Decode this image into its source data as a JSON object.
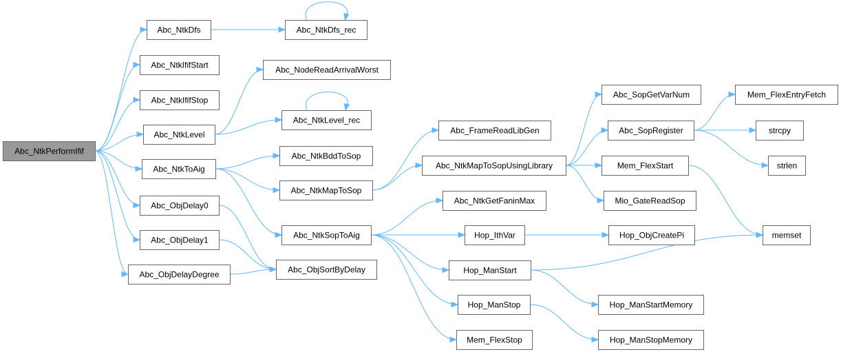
{
  "root": "n0",
  "nodes": [
    {
      "id": "n0",
      "label": "Abc_NtkPerformIfif"
    },
    {
      "id": "n1",
      "label": "Abc_NtkDfs"
    },
    {
      "id": "n2",
      "label": "Abc_NtkDfs_rec"
    },
    {
      "id": "n3",
      "label": "Abc_NtkIfifStart"
    },
    {
      "id": "n4",
      "label": "Abc_NtkIfifStop"
    },
    {
      "id": "n5",
      "label": "Abc_NtkLevel"
    },
    {
      "id": "n6",
      "label": "Abc_NodeReadArrivalWorst"
    },
    {
      "id": "n7",
      "label": "Abc_NtkLevel_rec"
    },
    {
      "id": "n8",
      "label": "Abc_NtkToAig"
    },
    {
      "id": "n9",
      "label": "Abc_NtkBddToSop"
    },
    {
      "id": "n10",
      "label": "Abc_NtkMapToSop"
    },
    {
      "id": "n11",
      "label": "Abc_FrameReadLibGen"
    },
    {
      "id": "n12",
      "label": "Abc_NtkMapToSopUsingLibrary"
    },
    {
      "id": "n13",
      "label": "Abc_SopGetVarNum"
    },
    {
      "id": "n14",
      "label": "Abc_SopRegister"
    },
    {
      "id": "n15",
      "label": "Mem_FlexEntryFetch"
    },
    {
      "id": "n16",
      "label": "strcpy"
    },
    {
      "id": "n17",
      "label": "strlen"
    },
    {
      "id": "n18",
      "label": "Mem_FlexStart"
    },
    {
      "id": "n19",
      "label": "memset"
    },
    {
      "id": "n20",
      "label": "Mio_GateReadSop"
    },
    {
      "id": "n21",
      "label": "Abc_NtkSopToAig"
    },
    {
      "id": "n22",
      "label": "Abc_NtkGetFaninMax"
    },
    {
      "id": "n23",
      "label": "Hop_IthVar"
    },
    {
      "id": "n24",
      "label": "Hop_ObjCreatePi"
    },
    {
      "id": "n25",
      "label": "Hop_ManStart"
    },
    {
      "id": "n26",
      "label": "Hop_ManStartMemory"
    },
    {
      "id": "n27",
      "label": "Hop_ManStop"
    },
    {
      "id": "n28",
      "label": "Hop_ManStopMemory"
    },
    {
      "id": "n29",
      "label": "Mem_FlexStop"
    },
    {
      "id": "n30",
      "label": "Abc_ObjDelay0"
    },
    {
      "id": "n31",
      "label": "Abc_ObjDelay1"
    },
    {
      "id": "n32",
      "label": "Abc_ObjDelayDegree"
    },
    {
      "id": "n33",
      "label": "Abc_ObjSortByDelay"
    }
  ],
  "edges": [
    [
      "n0",
      "n1"
    ],
    [
      "n0",
      "n3"
    ],
    [
      "n0",
      "n4"
    ],
    [
      "n0",
      "n5"
    ],
    [
      "n0",
      "n8"
    ],
    [
      "n0",
      "n30"
    ],
    [
      "n0",
      "n31"
    ],
    [
      "n0",
      "n32"
    ],
    [
      "n1",
      "n2"
    ],
    [
      "n2",
      "n2"
    ],
    [
      "n5",
      "n6"
    ],
    [
      "n5",
      "n7"
    ],
    [
      "n7",
      "n7"
    ],
    [
      "n8",
      "n9"
    ],
    [
      "n8",
      "n10"
    ],
    [
      "n8",
      "n21"
    ],
    [
      "n10",
      "n11"
    ],
    [
      "n10",
      "n12"
    ],
    [
      "n12",
      "n13"
    ],
    [
      "n12",
      "n14"
    ],
    [
      "n12",
      "n18"
    ],
    [
      "n12",
      "n20"
    ],
    [
      "n14",
      "n15"
    ],
    [
      "n14",
      "n16"
    ],
    [
      "n14",
      "n17"
    ],
    [
      "n18",
      "n19"
    ],
    [
      "n21",
      "n22"
    ],
    [
      "n21",
      "n23"
    ],
    [
      "n21",
      "n25"
    ],
    [
      "n21",
      "n27"
    ],
    [
      "n21",
      "n29"
    ],
    [
      "n23",
      "n24"
    ],
    [
      "n25",
      "n19"
    ],
    [
      "n25",
      "n26"
    ],
    [
      "n27",
      "n28"
    ],
    [
      "n30",
      "n33"
    ],
    [
      "n31",
      "n33"
    ],
    [
      "n32",
      "n33"
    ]
  ],
  "colors": {
    "edge": "#63b8ff",
    "node_border": "#666666",
    "root_fill": "#999999",
    "node_fill": "#ffffff"
  }
}
